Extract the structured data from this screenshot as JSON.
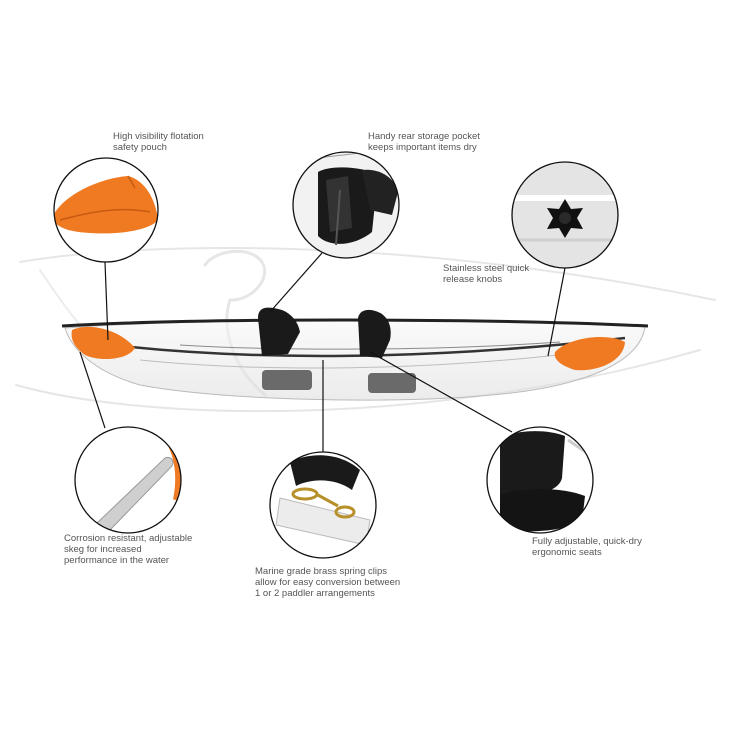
{
  "colors": {
    "accent_orange": "#f07a22",
    "seat_black": "#1a1a1a",
    "hull_outline": "#222222",
    "caption_text": "#555555",
    "leader_line": "#111111",
    "watermark": "#e3e3e3"
  },
  "callouts": {
    "flotation": {
      "lines": [
        "High visibility flotation",
        "safety pouch"
      ]
    },
    "storage": {
      "lines": [
        "Handy rear storage pocket",
        "keeps important items dry"
      ]
    },
    "knobs": {
      "lines": [
        "Stainless steel quick",
        "release knobs"
      ]
    },
    "skeg": {
      "lines": [
        "Corrosion resistant, adjustable",
        "skeg for increased",
        "performance in the water"
      ]
    },
    "clips": {
      "lines": [
        "Marine grade brass spring clips",
        "allow for easy conversion between",
        "1 or 2 paddler arrangements"
      ]
    },
    "seats": {
      "lines": [
        "Fully adjustable, quick-dry",
        "ergonomic seats"
      ]
    }
  },
  "icons": {
    "flotation": "orange-flotation-pouch-icon",
    "storage": "rear-storage-pocket-icon",
    "knobs": "star-knob-icon",
    "skeg": "skeg-fin-icon",
    "clips": "brass-spring-clip-icon",
    "seats": "ergonomic-seat-icon",
    "kayak": "clear-kayak-icon"
  }
}
